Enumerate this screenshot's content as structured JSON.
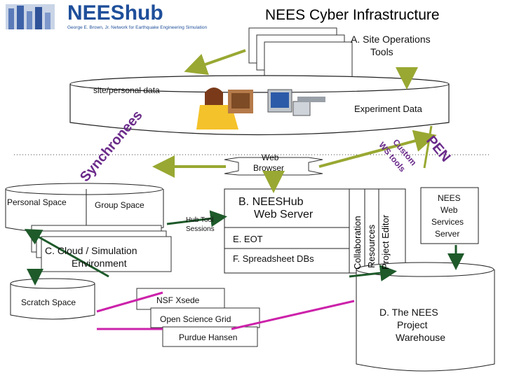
{
  "header": {
    "logo_text": "NEEShub",
    "logo_subtitle": "George E. Brown, Jr. Network for Earthquake Engineering Simulation",
    "title": "NEES Cyber Infrastructure"
  },
  "site_ops": {
    "label_line1": "A.  Site Operations",
    "label_line2": "Tools"
  },
  "site_personal_data": "site/personal data",
  "experiment_data": "Experiment Data",
  "synchronees": "Synchronees",
  "pen": "PEN",
  "custom_ws_tools_line1": "Custom",
  "custom_ws_tools_line2": "WS tools",
  "web_browser_line1": "Web",
  "web_browser_line2": "Browser",
  "personal_space": "Personal Space",
  "group_space": "Group Space",
  "hub_tool_sessions_line1": "Hub Tool",
  "hub_tool_sessions_line2": "Sessions",
  "cloud": {
    "line1": "C. Cloud / Simulation",
    "line2": "Environment"
  },
  "web_server": {
    "line1": "B. NEESHub",
    "line2": "Web Server"
  },
  "eot": "E. EOT",
  "spreadsheet": "F. Spreadsheet DBs",
  "vertical_labels": [
    "Collaboration",
    "Resources",
    "Project Editor"
  ],
  "nees_ws": {
    "line1": "NEES",
    "line2": "Web",
    "line3": "Services",
    "line4": "Server"
  },
  "scratch_space": "Scratch Space",
  "nsf_xsede": "NSF Xsede",
  "open_science_grid": "Open Science Grid",
  "purdue_hansen": "Purdue Hansen",
  "warehouse": {
    "line1": "D. The NEES",
    "line2": "Project",
    "line3": "Warehouse"
  },
  "colors": {
    "arrow_green": "#99a832",
    "arrow_dark_green": "#1e5a2a",
    "arrow_magenta": "#cc22aa",
    "synch_purple": "#6a2a8a",
    "pen_purple": "#6a2a8a",
    "logo_blue": "#1f4f9a"
  }
}
